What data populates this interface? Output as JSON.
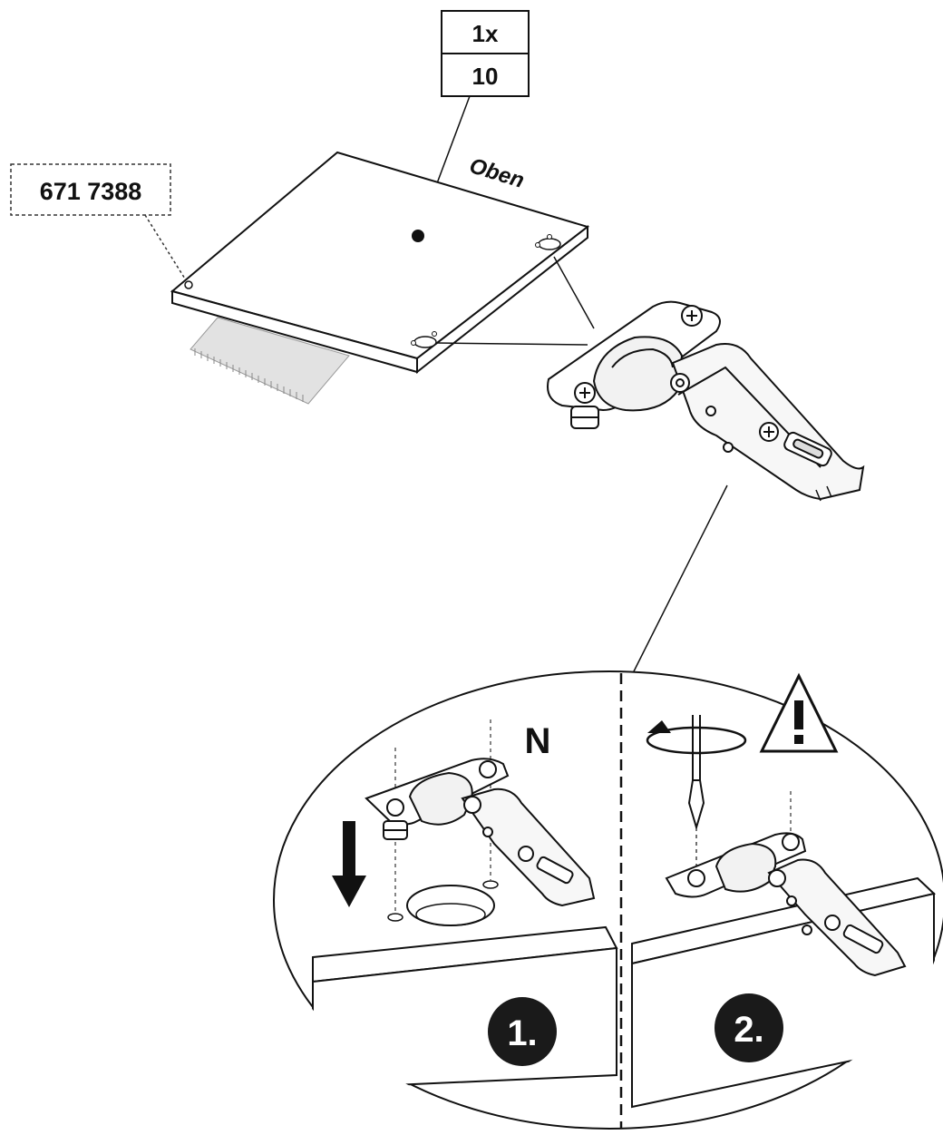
{
  "quantity_box": {
    "quantity": "1x",
    "item_no": "10"
  },
  "part_number": "671 7388",
  "orientation_label": "Oben",
  "detail": {
    "letter": "N",
    "step1": "1.",
    "step2": "2."
  },
  "warning_icon": "warning-triangle-icon",
  "colors": {
    "ink": "#1a1a1a",
    "step_badge": "#1a1a1a",
    "badge_text": "#ffffff",
    "hinge_fill": "#ececec",
    "wood_grain": "#d6d6d6"
  }
}
